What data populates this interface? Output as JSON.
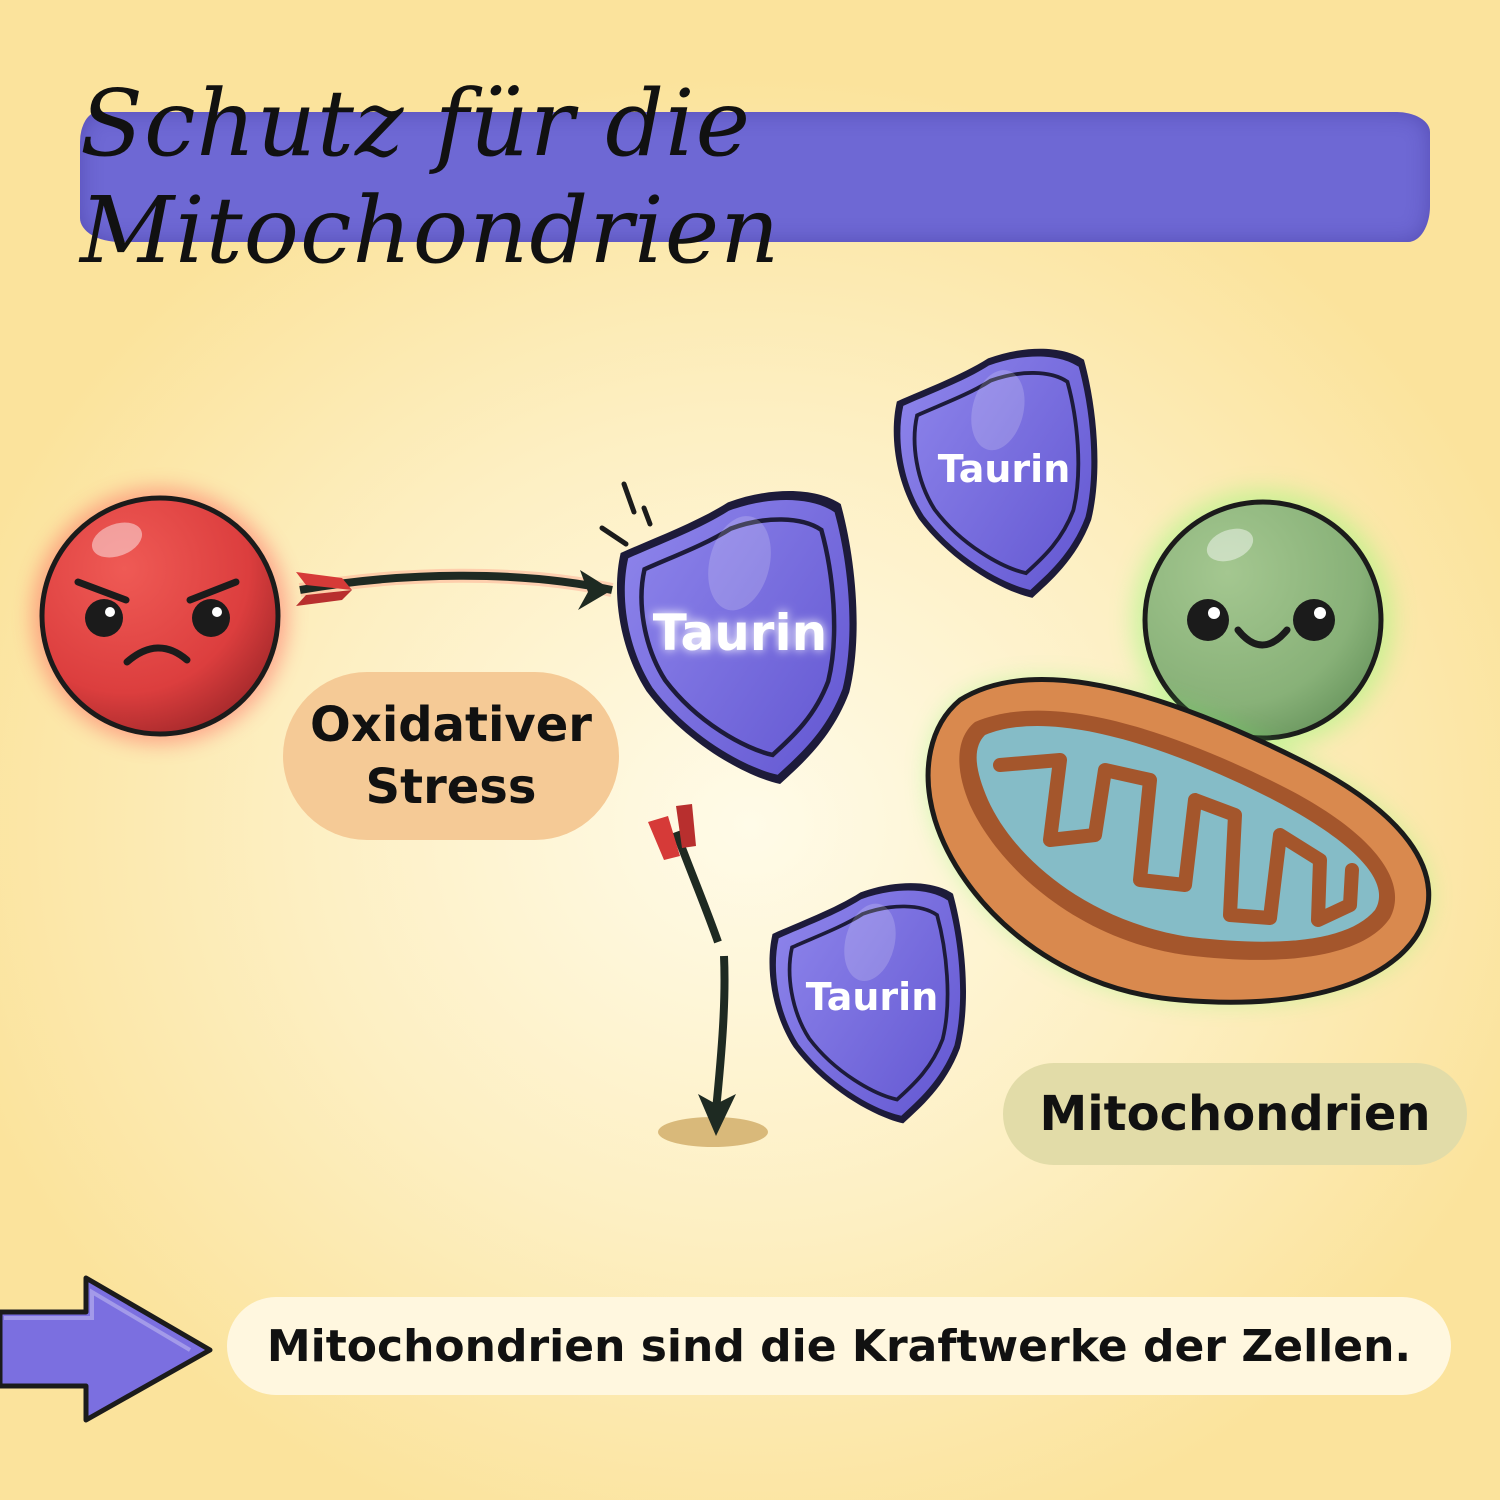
{
  "title": "Schutz für die Mitochondrien",
  "stress_label": [
    "Oxidativer",
    "Stress"
  ],
  "shield_label": "Taurin",
  "mito_label": "Mitochondrien",
  "bottom_text": "Mitochondrien sind die Kraftwerke der Zellen.",
  "colors": {
    "shield": "#7b6fe0",
    "stress_cell": "#e04545",
    "happy_cell": "#8fb57f",
    "mito_outer": "#d9894e",
    "mito_inner": "#85bcc7",
    "title_band": "#6e68d4"
  }
}
